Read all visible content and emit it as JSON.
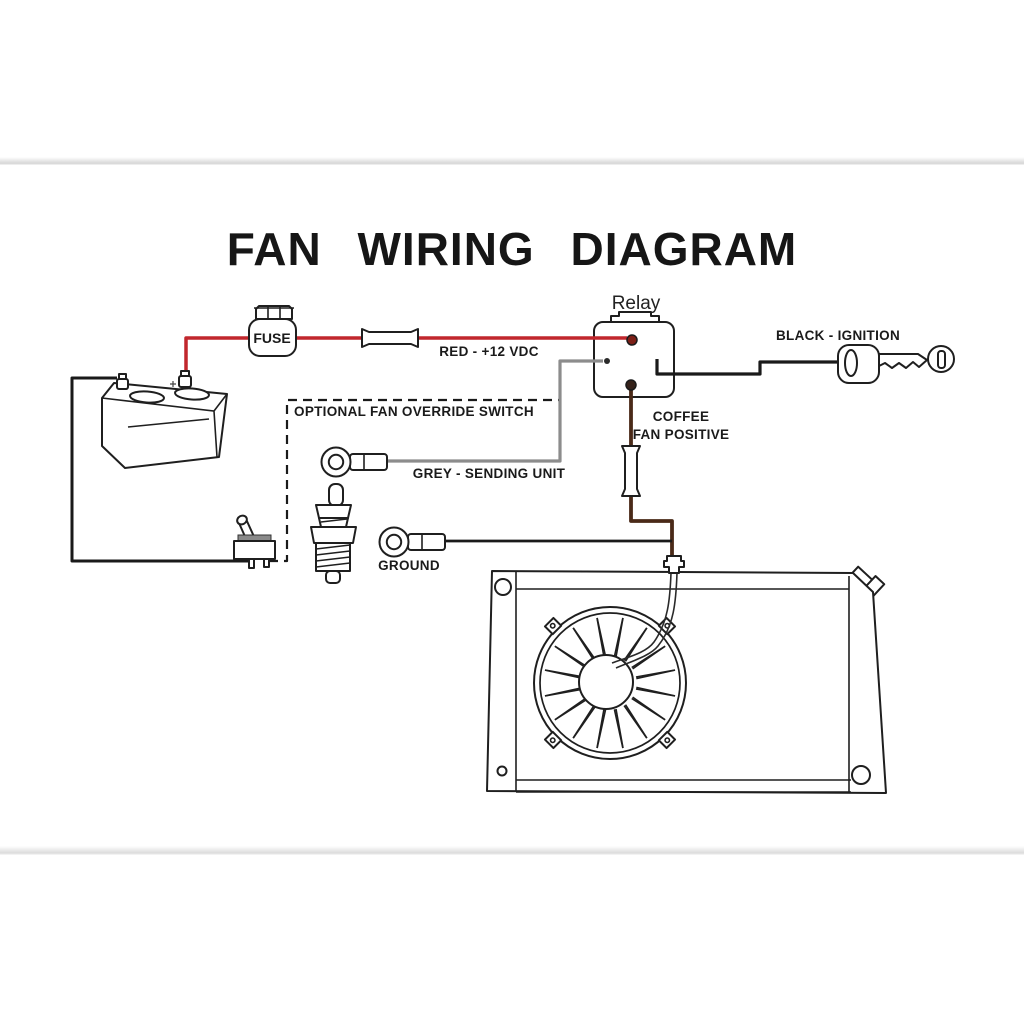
{
  "page": {
    "title": "FAN WIRING DIAGRAM"
  },
  "labels": {
    "relay": "Relay",
    "fuse": "FUSE",
    "red_wire": "RED - +12 VDC",
    "optional_switch": "OPTIONAL FAN OVERRIDE SWITCH",
    "grey_wire": "GREY - SENDING UNIT",
    "fan_positive_line1": "COFFEE",
    "fan_positive_line2": "FAN POSITIVE",
    "ground": "GROUND",
    "ignition": "BLACK - IGNITION"
  },
  "colors": {
    "red": "#c1272d",
    "grey": "#8c8c8c",
    "brown": "#4a2a18",
    "black": "#1a1a1a",
    "grey_label": "#4a4a4a",
    "dark_label": "#3c3c3c"
  }
}
